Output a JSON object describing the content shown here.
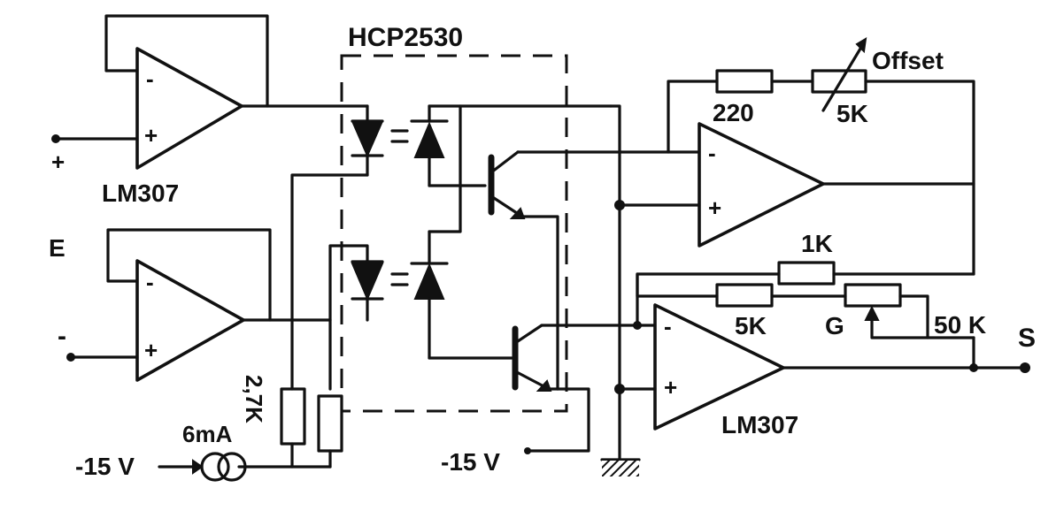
{
  "labels": {
    "optocoupler": "HCP2530",
    "opamp_top_left": "LM307",
    "opamp_bottom_right": "LM307",
    "input_plus": "+",
    "input_minus": "-",
    "input_name": "E",
    "offset": "Offset",
    "r_220": "220",
    "r_5k_offset": "5K",
    "r_1k": "1K",
    "r_5k_gain": "5K",
    "gain": "G",
    "r_50k": "50 K",
    "output": "S",
    "r_2_7k": "2,7K",
    "current_source": "6mA",
    "supply_left": "-15 V",
    "supply_mid": "-15 V"
  },
  "opamp_signs": {
    "minus": "-",
    "plus": "+"
  }
}
